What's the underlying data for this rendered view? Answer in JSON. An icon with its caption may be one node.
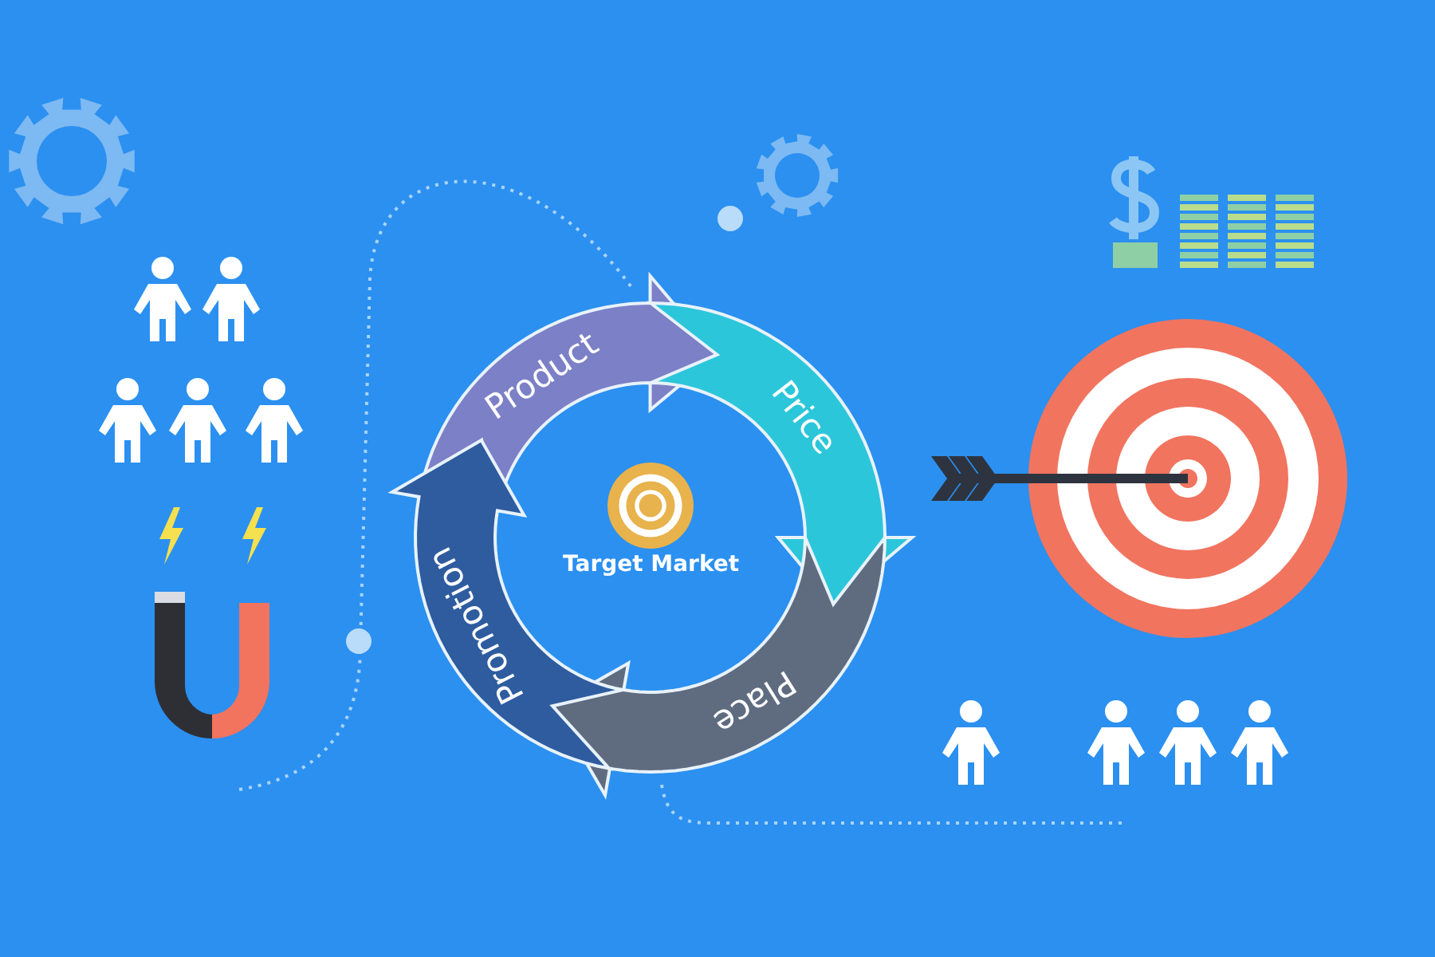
{
  "diagram": {
    "nodes": [
      {
        "text": [
          "Product"
        ]
      },
      {
        "text": [
          "Price"
        ]
      },
      {
        "text": [
          "Place"
        ]
      },
      {
        "text": [
          "Promotion"
        ]
      },
      {
        "text": [
          "Target Market"
        ]
      }
    ]
  }
}
